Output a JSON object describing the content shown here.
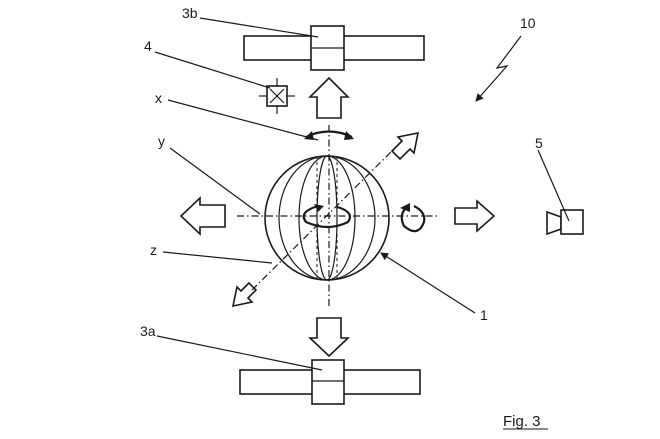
{
  "labels": {
    "ref_10": "10",
    "ref_3b": "3b",
    "ref_4": "4",
    "ref_x": "x",
    "ref_y": "y",
    "ref_z": "z",
    "ref_5": "5",
    "ref_1": "1",
    "ref_3a": "3a"
  },
  "figure": {
    "caption": "Fig. 3"
  }
}
